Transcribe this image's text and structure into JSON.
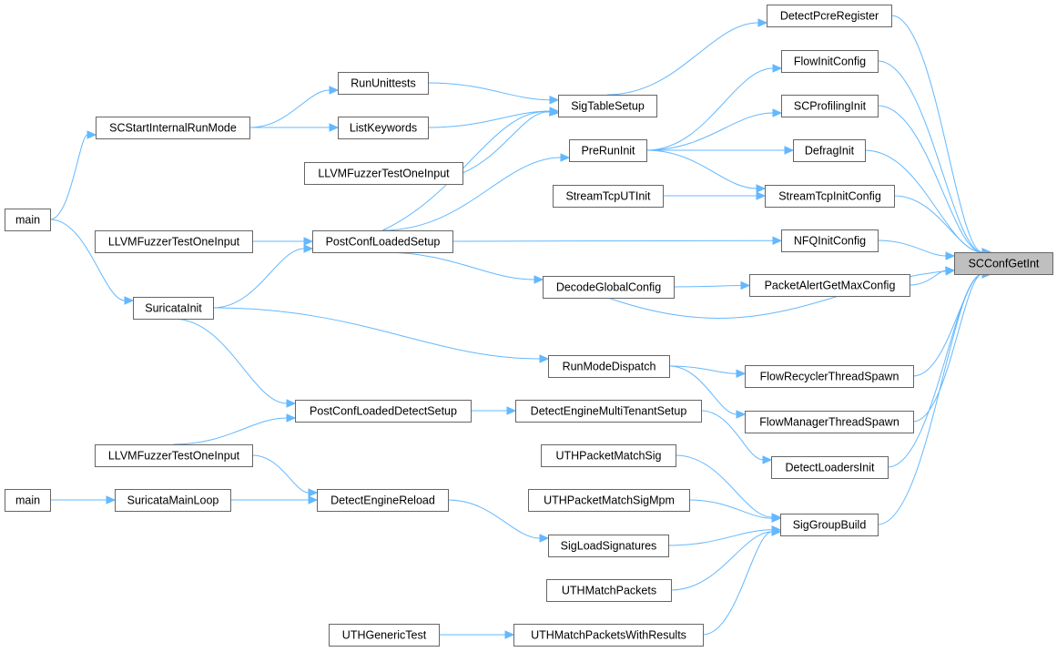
{
  "graph": {
    "target": "SCConfGetInt",
    "colors": {
      "edge": "#63b8ff",
      "node_border": "#666666",
      "target_fill": "#bfbfbf",
      "node_fill": "#ffffff"
    },
    "nodes": [
      {
        "id": "SCConfGetInt",
        "label": "SCConfGetInt"
      },
      {
        "id": "DetectPcreRegister",
        "label": "DetectPcreRegister"
      },
      {
        "id": "FlowInitConfig",
        "label": "FlowInitConfig"
      },
      {
        "id": "SCProfilingInit",
        "label": "SCProfilingInit"
      },
      {
        "id": "DefragInit",
        "label": "DefragInit"
      },
      {
        "id": "StreamTcpInitConfig",
        "label": "StreamTcpInitConfig"
      },
      {
        "id": "NFQInitConfig",
        "label": "NFQInitConfig"
      },
      {
        "id": "PacketAlertGetMaxConfig",
        "label": "PacketAlertGetMaxConfig"
      },
      {
        "id": "FlowRecyclerThreadSpawn",
        "label": "FlowRecyclerThreadSpawn"
      },
      {
        "id": "FlowManagerThreadSpawn",
        "label": "FlowManagerThreadSpawn"
      },
      {
        "id": "DetectLoadersInit",
        "label": "DetectLoadersInit"
      },
      {
        "id": "SigGroupBuild",
        "label": "SigGroupBuild"
      },
      {
        "id": "SigTableSetup",
        "label": "SigTableSetup"
      },
      {
        "id": "PreRunInit",
        "label": "PreRunInit"
      },
      {
        "id": "StreamTcpUTInit",
        "label": "StreamTcpUTInit"
      },
      {
        "id": "PostConfLoadedSetup",
        "label": "PostConfLoadedSetup"
      },
      {
        "id": "DecodeGlobalConfig",
        "label": "DecodeGlobalConfig"
      },
      {
        "id": "RunModeDispatch",
        "label": "RunModeDispatch"
      },
      {
        "id": "DetectEngineMultiTenantSetup",
        "label": "DetectEngineMultiTenantSetup"
      },
      {
        "id": "UTHPacketMatchSig",
        "label": "UTHPacketMatchSig"
      },
      {
        "id": "UTHPacketMatchSigMpm",
        "label": "UTHPacketMatchSigMpm"
      },
      {
        "id": "SigLoadSignatures",
        "label": "SigLoadSignatures"
      },
      {
        "id": "UTHMatchPackets",
        "label": "UTHMatchPackets"
      },
      {
        "id": "UTHMatchPacketsWithResults",
        "label": "UTHMatchPacketsWithResults"
      },
      {
        "id": "RunUnittests",
        "label": "RunUnittests"
      },
      {
        "id": "ListKeywords",
        "label": "ListKeywords"
      },
      {
        "id": "LLVMFuzzerTestOneInput_1",
        "label": "LLVMFuzzerTestOneInput"
      },
      {
        "id": "PostConfLoadedDetectSetup",
        "label": "PostConfLoadedDetectSetup"
      },
      {
        "id": "DetectEngineReload",
        "label": "DetectEngineReload"
      },
      {
        "id": "UTHGenericTest",
        "label": "UTHGenericTest"
      },
      {
        "id": "SCStartInternalRunMode",
        "label": "SCStartInternalRunMode"
      },
      {
        "id": "LLVMFuzzerTestOneInput_2",
        "label": "LLVMFuzzerTestOneInput"
      },
      {
        "id": "SuricataInit",
        "label": "SuricataInit"
      },
      {
        "id": "LLVMFuzzerTestOneInput_3",
        "label": "LLVMFuzzerTestOneInput"
      },
      {
        "id": "SuricataMainLoop",
        "label": "SuricataMainLoop"
      },
      {
        "id": "main_1",
        "label": "main"
      },
      {
        "id": "main_2",
        "label": "main"
      }
    ],
    "edges": [
      [
        "DetectPcreRegister",
        "SCConfGetInt"
      ],
      [
        "FlowInitConfig",
        "SCConfGetInt"
      ],
      [
        "SCProfilingInit",
        "SCConfGetInt"
      ],
      [
        "DefragInit",
        "SCConfGetInt"
      ],
      [
        "StreamTcpInitConfig",
        "SCConfGetInt"
      ],
      [
        "NFQInitConfig",
        "SCConfGetInt"
      ],
      [
        "PacketAlertGetMaxConfig",
        "SCConfGetInt"
      ],
      [
        "DecodeGlobalConfig",
        "SCConfGetInt"
      ],
      [
        "FlowRecyclerThreadSpawn",
        "SCConfGetInt"
      ],
      [
        "FlowManagerThreadSpawn",
        "SCConfGetInt"
      ],
      [
        "DetectLoadersInit",
        "SCConfGetInt"
      ],
      [
        "SigGroupBuild",
        "SCConfGetInt"
      ],
      [
        "SigTableSetup",
        "DetectPcreRegister"
      ],
      [
        "PreRunInit",
        "FlowInitConfig"
      ],
      [
        "PreRunInit",
        "SCProfilingInit"
      ],
      [
        "PreRunInit",
        "DefragInit"
      ],
      [
        "PreRunInit",
        "StreamTcpInitConfig"
      ],
      [
        "StreamTcpUTInit",
        "StreamTcpInitConfig"
      ],
      [
        "PostConfLoadedSetup",
        "NFQInitConfig"
      ],
      [
        "DecodeGlobalConfig",
        "PacketAlertGetMaxConfig"
      ],
      [
        "RunModeDispatch",
        "FlowRecyclerThreadSpawn"
      ],
      [
        "RunModeDispatch",
        "FlowManagerThreadSpawn"
      ],
      [
        "DetectEngineMultiTenantSetup",
        "DetectLoadersInit"
      ],
      [
        "UTHPacketMatchSig",
        "SigGroupBuild"
      ],
      [
        "UTHPacketMatchSigMpm",
        "SigGroupBuild"
      ],
      [
        "SigLoadSignatures",
        "SigGroupBuild"
      ],
      [
        "UTHMatchPackets",
        "SigGroupBuild"
      ],
      [
        "UTHMatchPacketsWithResults",
        "SigGroupBuild"
      ],
      [
        "RunUnittests",
        "SigTableSetup"
      ],
      [
        "ListKeywords",
        "SigTableSetup"
      ],
      [
        "LLVMFuzzerTestOneInput_1",
        "SigTableSetup"
      ],
      [
        "PostConfLoadedSetup",
        "SigTableSetup"
      ],
      [
        "PostConfLoadedSetup",
        "PreRunInit"
      ],
      [
        "PostConfLoadedSetup",
        "DecodeGlobalConfig"
      ],
      [
        "PostConfLoadedDetectSetup",
        "DetectEngineMultiTenantSetup"
      ],
      [
        "DetectEngineReload",
        "SigLoadSignatures"
      ],
      [
        "UTHGenericTest",
        "UTHMatchPacketsWithResults"
      ],
      [
        "SCStartInternalRunMode",
        "RunUnittests"
      ],
      [
        "SCStartInternalRunMode",
        "ListKeywords"
      ],
      [
        "LLVMFuzzerTestOneInput_2",
        "PostConfLoadedSetup"
      ],
      [
        "SuricataInit",
        "PostConfLoadedSetup"
      ],
      [
        "SuricataInit",
        "RunModeDispatch"
      ],
      [
        "SuricataInit",
        "PostConfLoadedDetectSetup"
      ],
      [
        "LLVMFuzzerTestOneInput_3",
        "PostConfLoadedDetectSetup"
      ],
      [
        "LLVMFuzzerTestOneInput_3",
        "DetectEngineReload"
      ],
      [
        "SuricataMainLoop",
        "DetectEngineReload"
      ],
      [
        "main_1",
        "SCStartInternalRunMode"
      ],
      [
        "main_1",
        "SuricataInit"
      ],
      [
        "main_2",
        "SuricataMainLoop"
      ]
    ]
  }
}
